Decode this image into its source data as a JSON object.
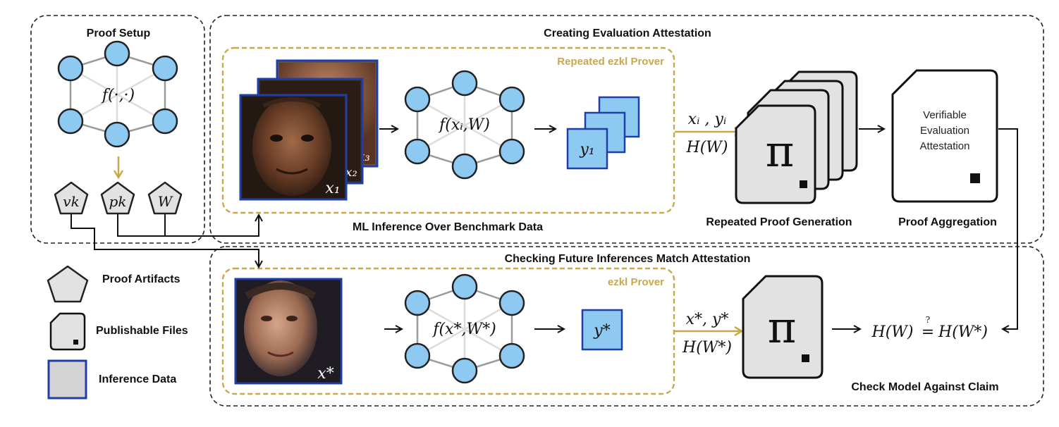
{
  "sections": {
    "proof_setup": "Proof Setup",
    "creating": "Creating Evaluation Attestation",
    "checking": "Checking Future Inferences Match Attestation"
  },
  "provers": {
    "repeated": "Repeated ezkl Prover",
    "single": "ezkl Prover"
  },
  "captions": {
    "ml_inference": "ML Inference Over Benchmark Data",
    "repeated_proof": "Repeated Proof Generation",
    "aggregation": "Proof Aggregation",
    "check_model": "Check Model Against Claim"
  },
  "setup": {
    "func": "f(·,·)",
    "artifacts": [
      "vk",
      "pk",
      "W"
    ]
  },
  "top_row": {
    "img_labels": [
      "x₁",
      "x₂",
      "x₃"
    ],
    "func": "f(xᵢ,W)",
    "output": "y₁",
    "inputs_line1": "xᵢ , yᵢ",
    "inputs_line2": "H(W)",
    "proof_symbol": "π",
    "attestation": [
      "Verifiable",
      "Evaluation",
      "Attestation"
    ]
  },
  "bottom_row": {
    "img_label": "x*",
    "func": "f(x*,W*)",
    "output": "y*",
    "inputs_line1": "x*, y*",
    "inputs_line2": "H(W*)",
    "proof_symbol": "π",
    "check_left": "H(W)",
    "check_eq": "=",
    "check_q": "?",
    "check_right": "H(W*)"
  },
  "legend": {
    "artifacts": "Proof Artifacts",
    "files": "Publishable Files",
    "data": "Inference Data"
  },
  "colors": {
    "node": "#8ec9f2",
    "gold": "#c9a84c",
    "data_border": "#1f3fa8",
    "file_fill": "#e2e2e2"
  }
}
